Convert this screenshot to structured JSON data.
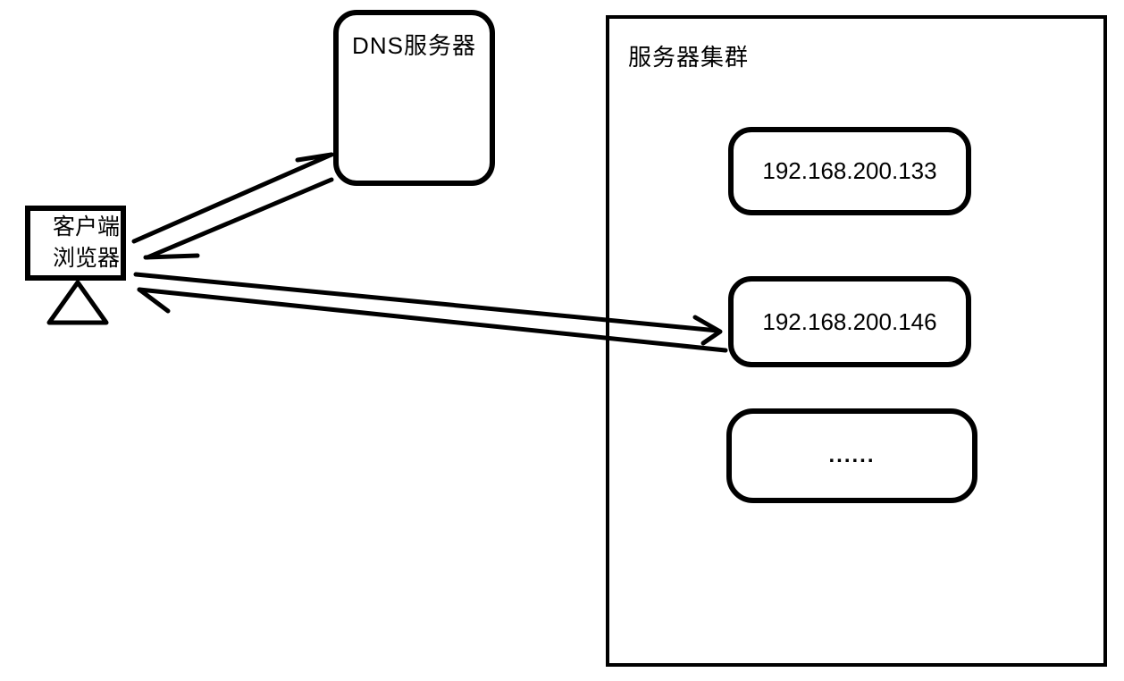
{
  "diagram": {
    "background_color": "#ffffff",
    "stroke_color": "#000000",
    "dns_server": {
      "label": "DNS服务器"
    },
    "client": {
      "line1": "客户端",
      "line2": "浏览器"
    },
    "cluster": {
      "label": "服务器集群",
      "servers": [
        {
          "label": "192.168.200.133"
        },
        {
          "label": "192.168.200.146"
        },
        {
          "label": "......"
        }
      ]
    },
    "edges": [
      {
        "from": "client-browser",
        "to": "dns-server",
        "direction": "bidirectional"
      },
      {
        "from": "client-browser",
        "to": "server-192.168.200.146",
        "direction": "bidirectional"
      }
    ]
  }
}
